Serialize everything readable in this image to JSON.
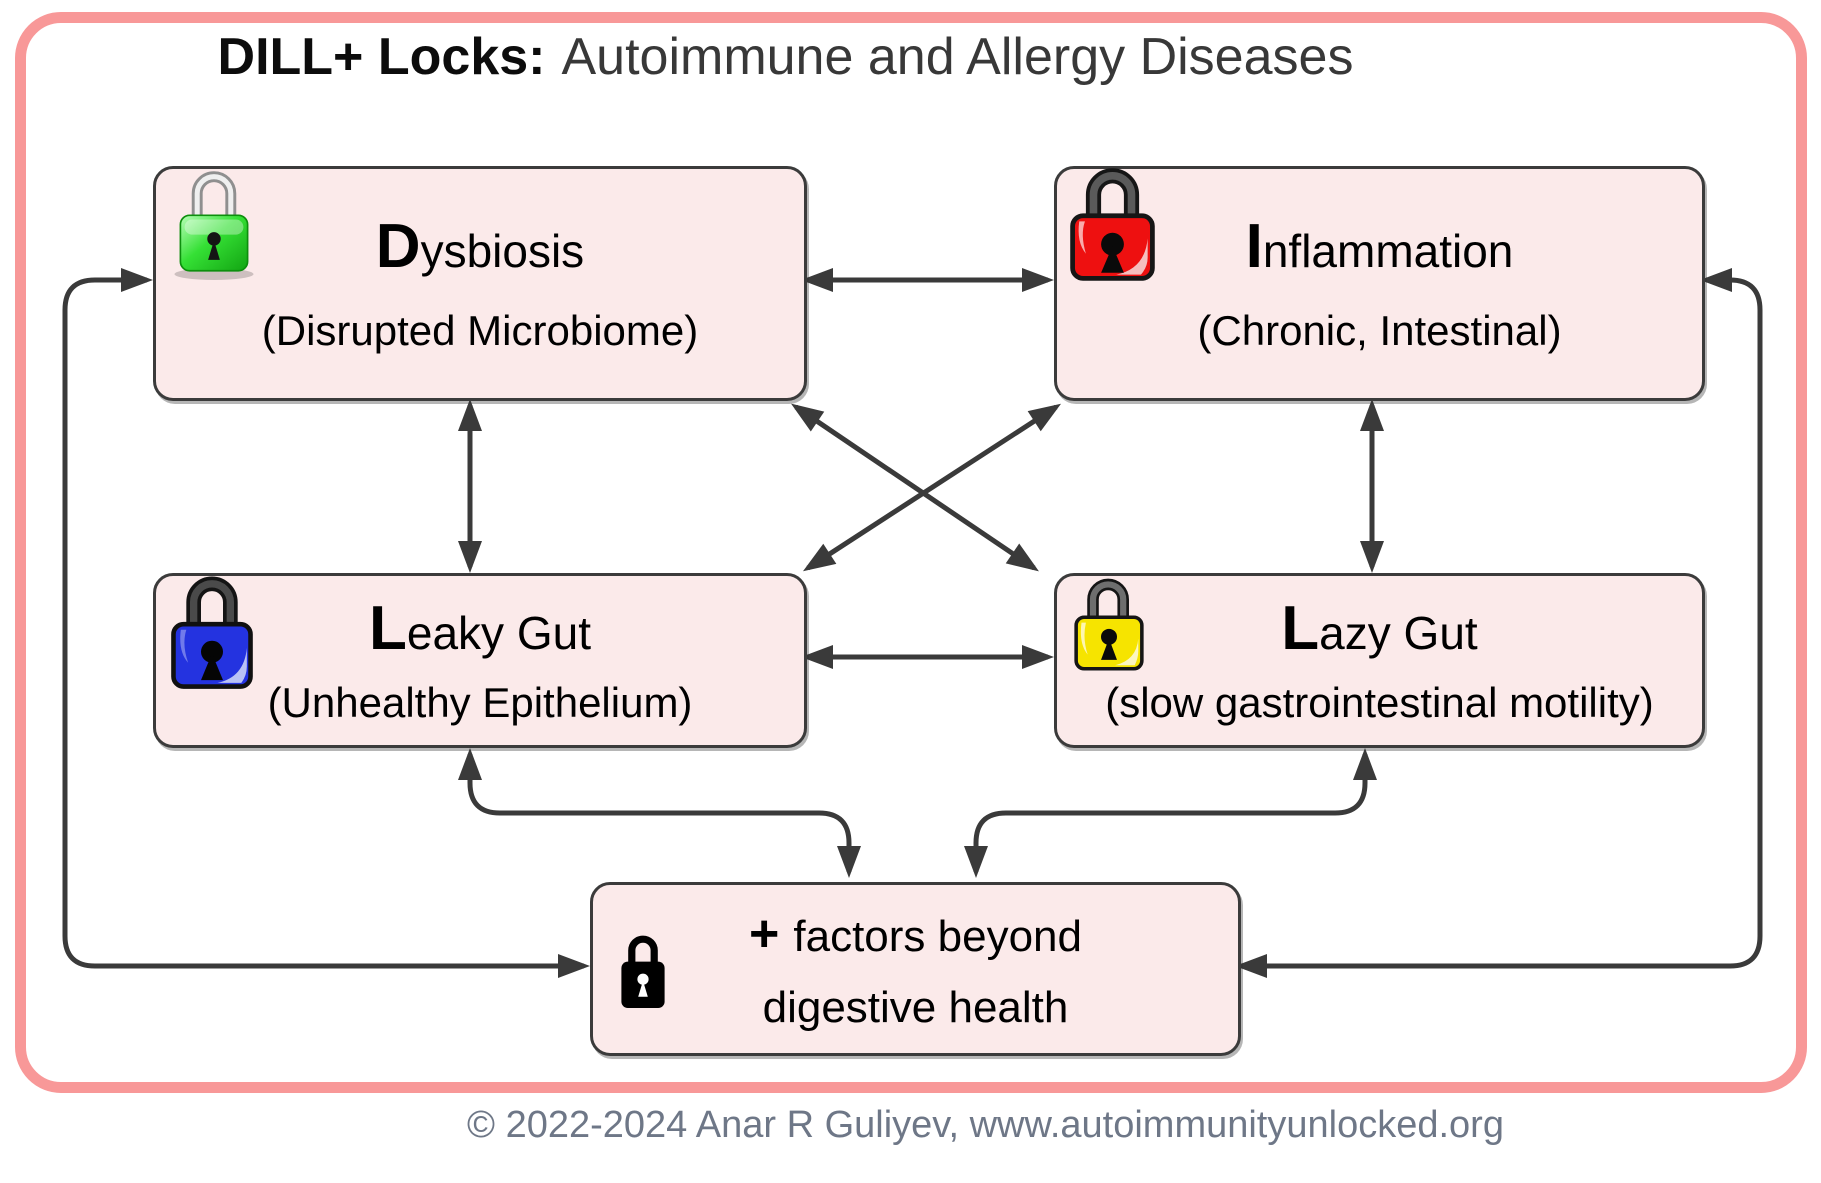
{
  "title": {
    "prefix": "DILL+ Locks:",
    "rest": "Autoimmune and Allergy Diseases"
  },
  "nodes": {
    "dysbiosis": {
      "letter": "D",
      "title_rest": "ysbiosis",
      "subtitle": "(Disrupted Microbiome)",
      "lock": "green-lock"
    },
    "inflammation": {
      "letter": "I",
      "title_rest": "nflammation",
      "subtitle": "(Chronic, Intestinal)",
      "lock": "red-lock"
    },
    "leaky_gut": {
      "letter": "L",
      "title_rest": "eaky Gut",
      "subtitle": "(Unhealthy Epithelium)",
      "lock": "blue-lock"
    },
    "lazy_gut": {
      "letter": "L",
      "title_rest": "azy Gut",
      "subtitle": "(slow gastrointestinal motility)",
      "lock": "yellow-lock"
    },
    "plus_factors": {
      "plus_sign": "+",
      "line1_rest": "factors beyond",
      "line2": "digestive health",
      "lock": "black-lock"
    }
  },
  "edges": [
    {
      "from": "dysbiosis",
      "to": "inflammation",
      "bidirectional": true
    },
    {
      "from": "leaky_gut",
      "to": "lazy_gut",
      "bidirectional": true
    },
    {
      "from": "dysbiosis",
      "to": "leaky_gut",
      "bidirectional": true
    },
    {
      "from": "inflammation",
      "to": "lazy_gut",
      "bidirectional": true
    },
    {
      "from": "dysbiosis",
      "to": "lazy_gut",
      "bidirectional": true
    },
    {
      "from": "inflammation",
      "to": "leaky_gut",
      "bidirectional": true
    },
    {
      "from": "leaky_gut",
      "to": "plus_factors",
      "bidirectional": true
    },
    {
      "from": "lazy_gut",
      "to": "plus_factors",
      "bidirectional": true
    },
    {
      "from": "dysbiosis",
      "to": "plus_factors",
      "bidirectional": true
    },
    {
      "from": "inflammation",
      "to": "plus_factors",
      "bidirectional": true
    }
  ],
  "footer": {
    "copyright": "© 2022-2024 Anar R Guliyev, www.autoimmunityunlocked.org"
  },
  "colors": {
    "outer-border": "#f89898",
    "box-fill": "#fbeaea",
    "box-border": "#3b3b3b",
    "arrow": "#3a3a3a",
    "lock-green": "#2fd42f",
    "lock-red": "#ee1010",
    "lock-blue": "#2433e0",
    "lock-yellow": "#f6e400",
    "lock-black": "#000000",
    "footer-text": "#6e7787"
  }
}
